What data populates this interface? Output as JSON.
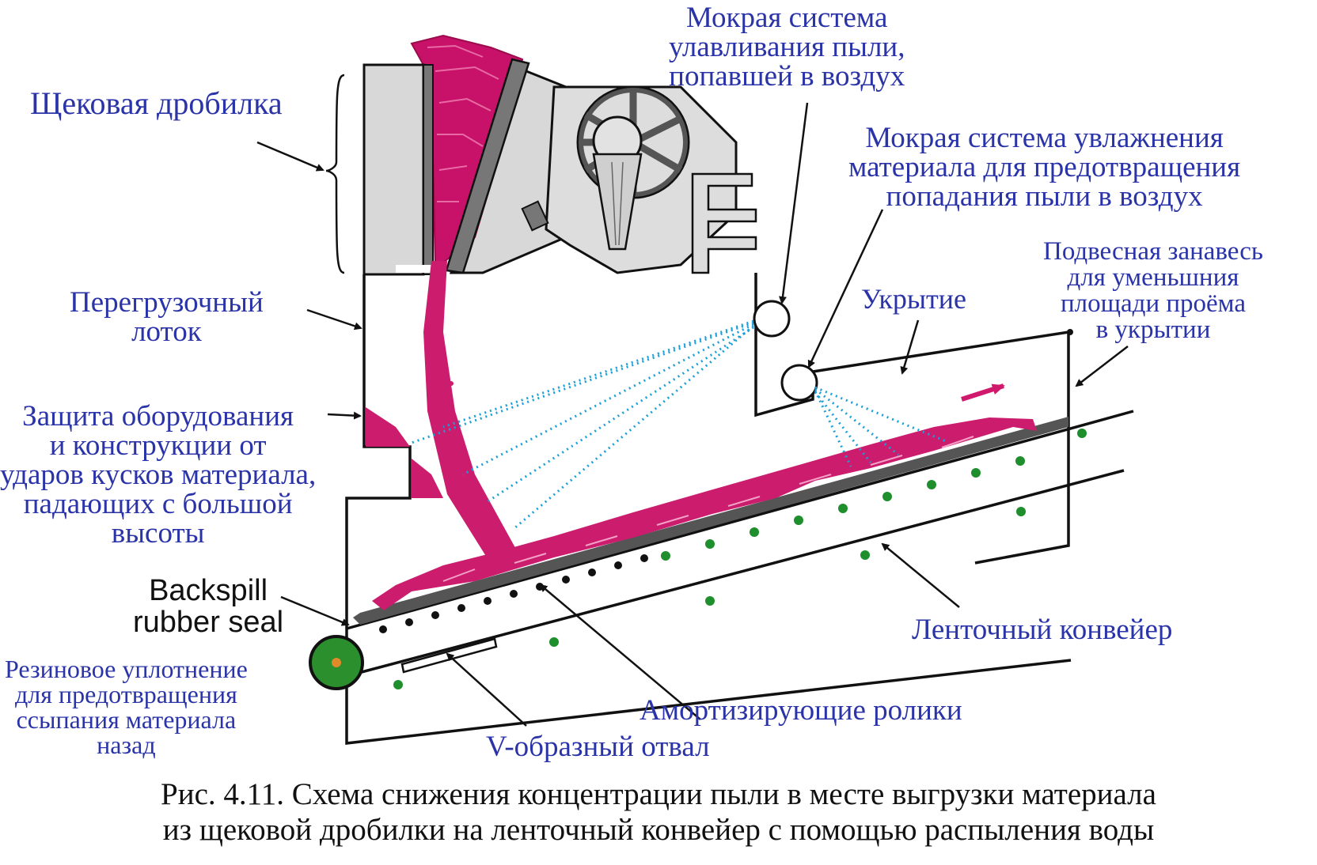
{
  "labels": {
    "jaw_crusher": "Щековая дробилка",
    "wet_dust_capture": [
      "Мокрая система",
      "улавливания пыли,",
      "попавшей в воздух"
    ],
    "wet_humidification": [
      "Мокрая система увлажнения",
      "материала для предотвращения",
      "попадания пыли в воздух"
    ],
    "hanging_curtain": [
      "Подвесная занавесь",
      "для уменьшния",
      "площади проёма",
      "в укрытии"
    ],
    "cover": "Укрытие",
    "transfer_chute": [
      "Перегрузочный",
      "лоток"
    ],
    "impact_protection": [
      "Защита оборудования",
      "и конструкции от",
      "ударов кусков материала,",
      "падающих с большой",
      "высоты"
    ],
    "backspill_seal_en": [
      "Backspill",
      "rubber seal"
    ],
    "backspill_seal_ru": [
      "Резиновое уплотнение",
      "для предотвращения",
      "ссыпания материала",
      "назад"
    ],
    "belt_conveyor": "Ленточный конвейер",
    "impact_rollers": "Амортизирующие ролики",
    "v_plow": "V-образный отвал"
  },
  "caption": [
    "Рис. 4.11. Схема снижения концентрации пыли в месте выгрузки материала",
    "из щековой дробилки на ленточный конвейер с помощью распыления воды"
  ],
  "colors": {
    "label_text": "#2a34a8",
    "material": "#d0186c",
    "spray": "#1aa0d8",
    "roller": "#1e8f2c",
    "machine_fill": "#dddddd",
    "outline": "#111111"
  }
}
